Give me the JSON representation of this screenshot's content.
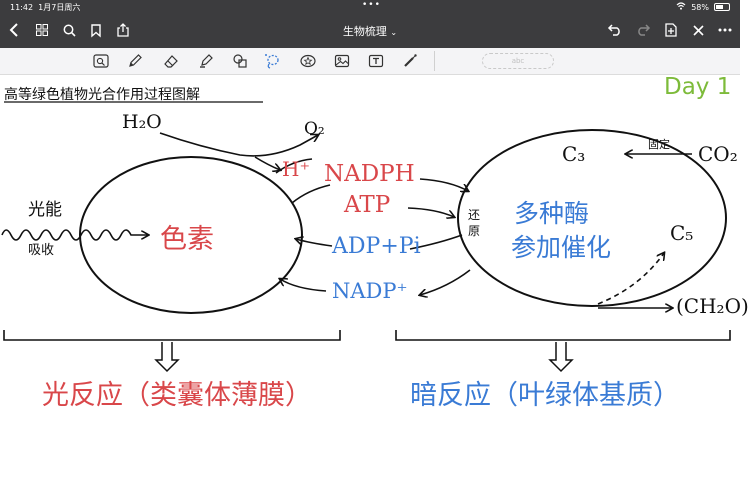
{
  "status_bar": {
    "time": "11:42",
    "date": "1月7日周六",
    "dots": "•••",
    "battery": "58%",
    "battery_fraction": 0.58
  },
  "nav_bar": {
    "title": "生物梳理",
    "icons": [
      "back-icon",
      "grid-icon",
      "search-icon",
      "bookmark-icon",
      "share-icon",
      "undo-icon",
      "redo-icon",
      "add-page-icon",
      "close-icon",
      "more-icon"
    ]
  },
  "toolbar": {
    "tools": [
      "zoom-icon",
      "pen-icon",
      "eraser-icon",
      "highlighter-icon",
      "shapes-icon",
      "lasso-icon",
      "sticker-icon",
      "image-icon",
      "text-icon",
      "laser-icon"
    ],
    "text_field": "abc"
  },
  "note": {
    "heading": "高等绿色植物光合作用过程图解",
    "day_label": "Day 1",
    "h2o": "H₂O",
    "o2": "O₂",
    "h_plus": "H⁺",
    "light_energy": "光能",
    "absorb": "吸收",
    "pigment": "色素",
    "nadph": "NADPH",
    "atp": "ATP",
    "adp_pi": "ADP+Pi",
    "nadp_plus": "NADP⁺",
    "reduction": [
      "还",
      "原"
    ],
    "enzymes_line1": "多种酶",
    "enzymes_line2": "参加催化",
    "c3": "C₃",
    "c5": "C₅",
    "fixation": "固定",
    "co2": "CO₂",
    "ch2o": "(CH₂O)",
    "light_reaction": "光反应（类囊体薄膜）",
    "dark_reaction": "暗反应（叶绿体基质）"
  },
  "colors": {
    "ink_black": "#111111",
    "ink_red": "#d9474a",
    "ink_blue": "#3a7bd5",
    "ink_green": "#7dbb3a",
    "chrome_dark": "#3c3c3e"
  }
}
